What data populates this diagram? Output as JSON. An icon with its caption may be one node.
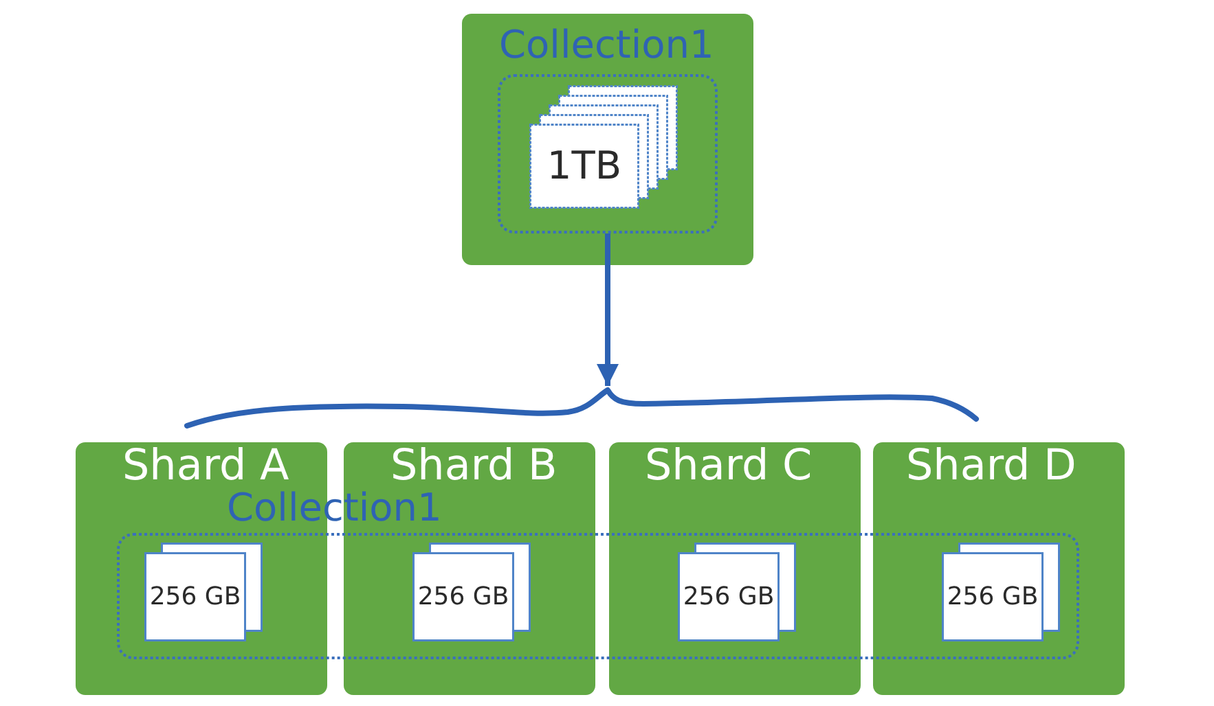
{
  "diagram": {
    "nodes": [
      {
        "text": [],
        "shape": "box"
      },
      {
        "text": [
          "Collection1"
        ],
        "in": 0
      },
      {
        "text": [
          "1TB"
        ],
        "in": 1
      },
      {
        "text": [],
        "shape": "brace"
      },
      {
        "text": [
          "Shard A"
        ]
      },
      {
        "text": [
          "Shard B"
        ]
      },
      {
        "text": [
          "Shard C"
        ]
      },
      {
        "text": [
          "Shard D"
        ]
      },
      {
        "text": [
          "Collection1"
        ]
      },
      {
        "text": [
          "256 GB"
        ]
      },
      {
        "text": [
          "256 GB"
        ]
      },
      {
        "text": [
          "256 GB"
        ]
      },
      {
        "text": [
          "256 GB"
        ]
      }
    ],
    "edges": [
      {
        "from": 1,
        "to": 3,
        "arrow": "to"
      }
    ]
  }
}
